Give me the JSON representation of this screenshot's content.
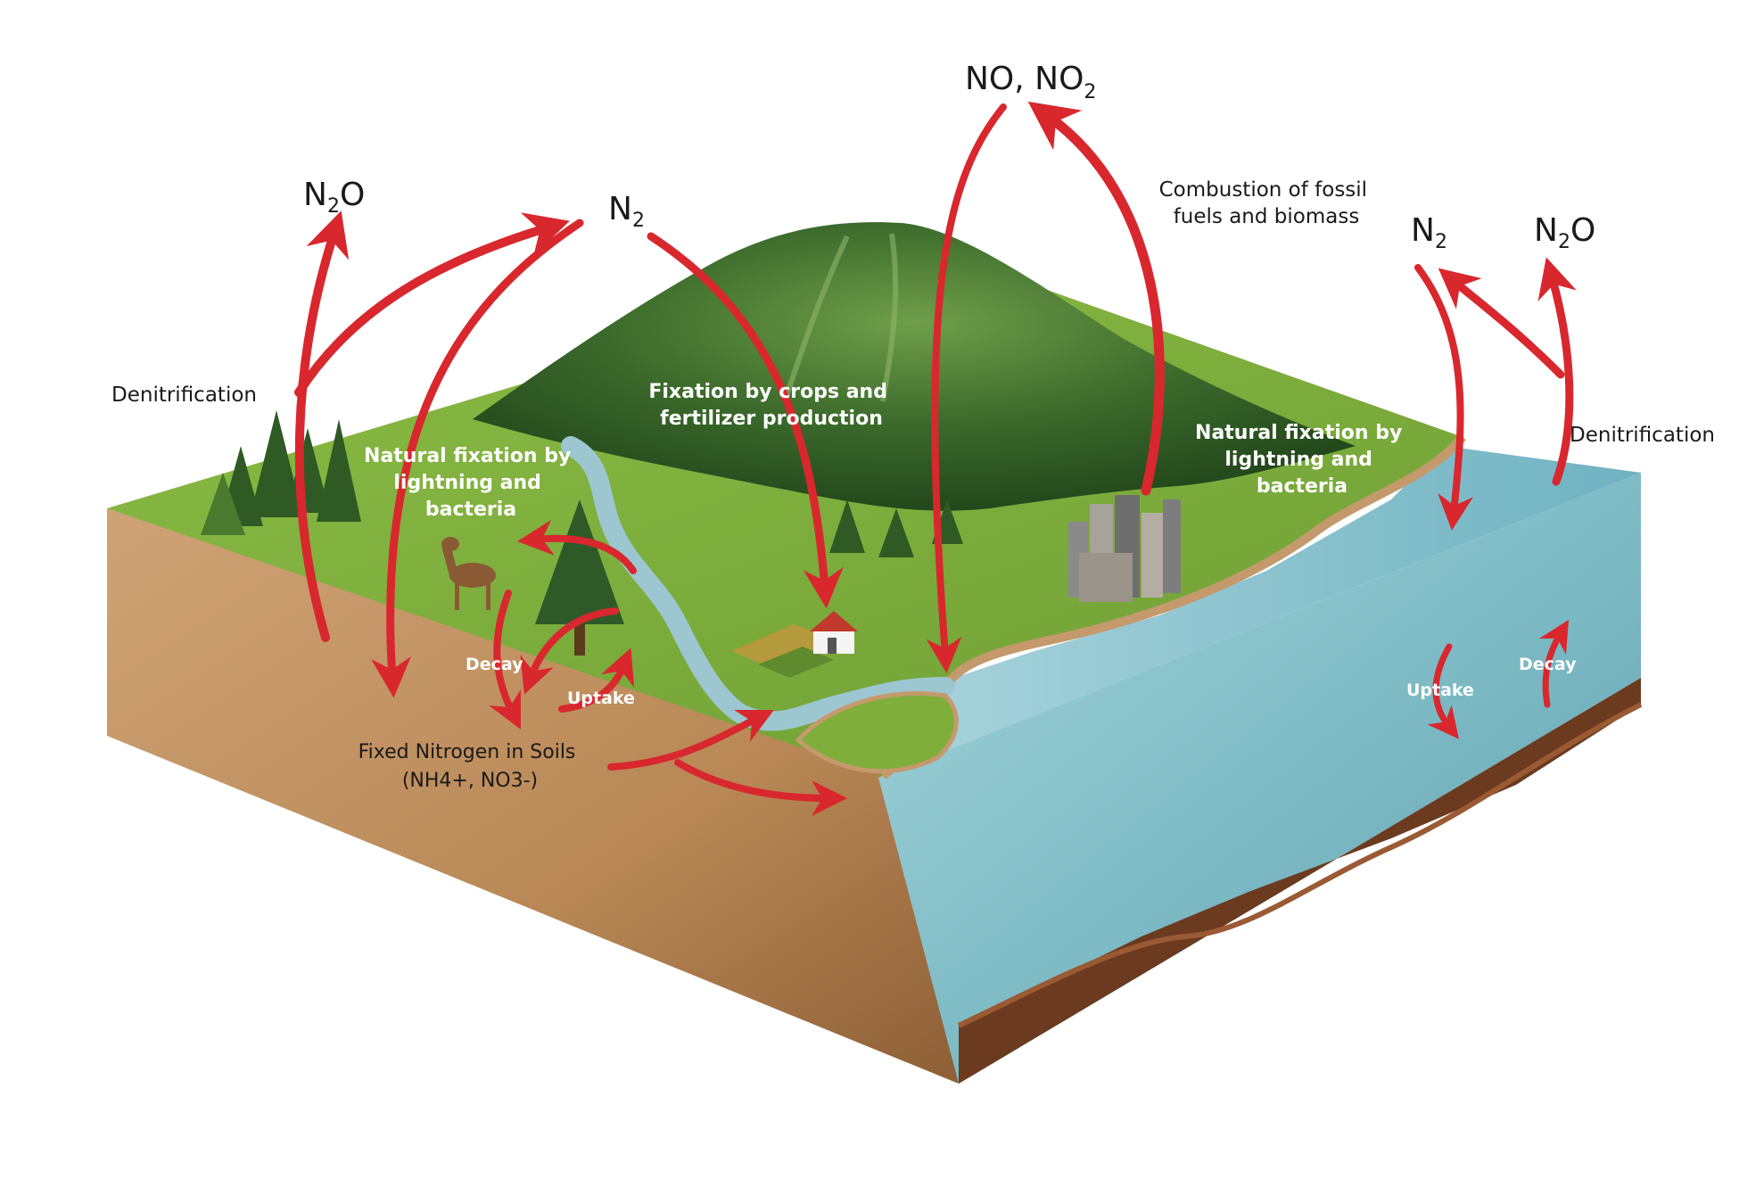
{
  "gases": {
    "n2o_left": {
      "main": "N",
      "sub": "2",
      "tail": "O"
    },
    "n2_left": {
      "main": "N",
      "sub": "2",
      "tail": ""
    },
    "no_no2": {
      "main": "NO, NO",
      "sub": "2",
      "tail": ""
    },
    "n2_right": {
      "main": "N",
      "sub": "2",
      "tail": ""
    },
    "n2o_right": {
      "main": "N",
      "sub": "2",
      "tail": "O"
    }
  },
  "labels": {
    "denitrification_left": "Denitrification",
    "denitrification_right": "Denitrification",
    "natural_fixation_left": [
      "Natural fixation by",
      "lightning and",
      "bacteria"
    ],
    "natural_fixation_right": [
      "Natural fixation by",
      "lightning and",
      "bacteria"
    ],
    "fixation_crops": [
      "Fixation by crops and",
      "fertilizer production"
    ],
    "combustion": [
      "Combustion of fossil",
      "fuels and biomass"
    ],
    "decay_left": "Decay",
    "uptake_left": "Uptake",
    "uptake_right": "Uptake",
    "decay_right": "Decay",
    "fixed_nitrogen": [
      "Fixed Nitrogen in Soils",
      "(NH4+, NO3-)"
    ]
  },
  "colors": {
    "arrow": "#d9272e",
    "soil": "#b8895c",
    "grass": "#7fae3a",
    "mountain": "#2f5a24",
    "water": "#8fc3cc",
    "sediment": "#6b3a1f"
  }
}
